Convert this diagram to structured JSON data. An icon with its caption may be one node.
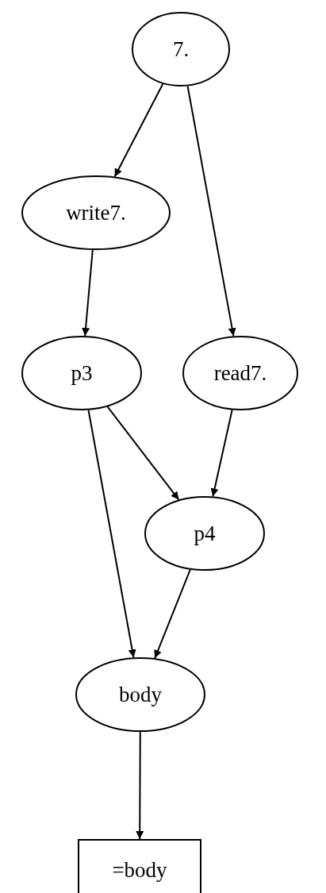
{
  "diagram": {
    "nodes": [
      {
        "text": [
          "7."
        ]
      },
      {
        "text": [
          "write7."
        ]
      },
      {
        "text": [
          "p3"
        ]
      },
      {
        "text": [
          "read7."
        ]
      },
      {
        "text": [
          "p4"
        ]
      },
      {
        "text": [
          "body"
        ]
      },
      {
        "text": [
          "=body"
        ]
      }
    ],
    "edges": [
      {
        "from": 0,
        "to": 1,
        "arrow": "to"
      },
      {
        "from": 0,
        "to": 3,
        "arrow": "to"
      },
      {
        "from": 1,
        "to": 2,
        "arrow": "to"
      },
      {
        "from": 2,
        "to": 4,
        "arrow": "to"
      },
      {
        "from": 3,
        "to": 4,
        "arrow": "to"
      },
      {
        "from": 2,
        "to": 5,
        "arrow": "to"
      },
      {
        "from": 4,
        "to": 5,
        "arrow": "to"
      },
      {
        "from": 5,
        "to": 6,
        "arrow": "to"
      }
    ]
  }
}
